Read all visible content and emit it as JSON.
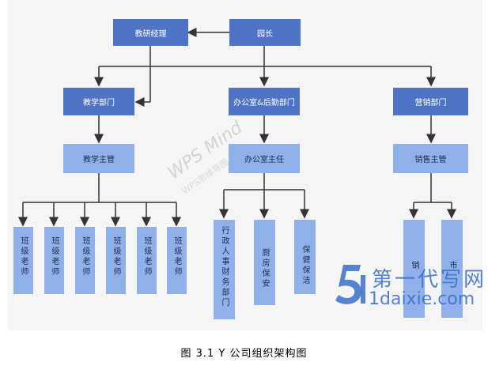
{
  "diagram": {
    "principal": "园长",
    "teaching_manager": "教研经理",
    "departments": [
      "教学部门",
      "办公室&后勤部门",
      "营销部门"
    ],
    "supervisors": [
      "教学主管",
      "办公室主任",
      "销售主管"
    ],
    "teaching_staff": [
      "班级老师",
      "班级老师",
      "班级老师",
      "班级老师",
      "班级老师",
      "班级老师"
    ],
    "office_staff": [
      "行政人事财务部门",
      "厨房保安",
      "保健保洁"
    ],
    "sales_staff": [
      "销",
      "市"
    ]
  },
  "watermarks": {
    "wps_main": "WPS Mind",
    "wps_sub": "WPS思维导图",
    "site_cn": "第一代写网",
    "site_url": "1daixie.com"
  },
  "caption": "图 3.1    Y 公司组织架构图",
  "colors": {
    "dark_box": "#4f74c6",
    "light_box": "#8fb0ea",
    "connector": "#333333",
    "watermark_blue": "#3a6fc8"
  }
}
